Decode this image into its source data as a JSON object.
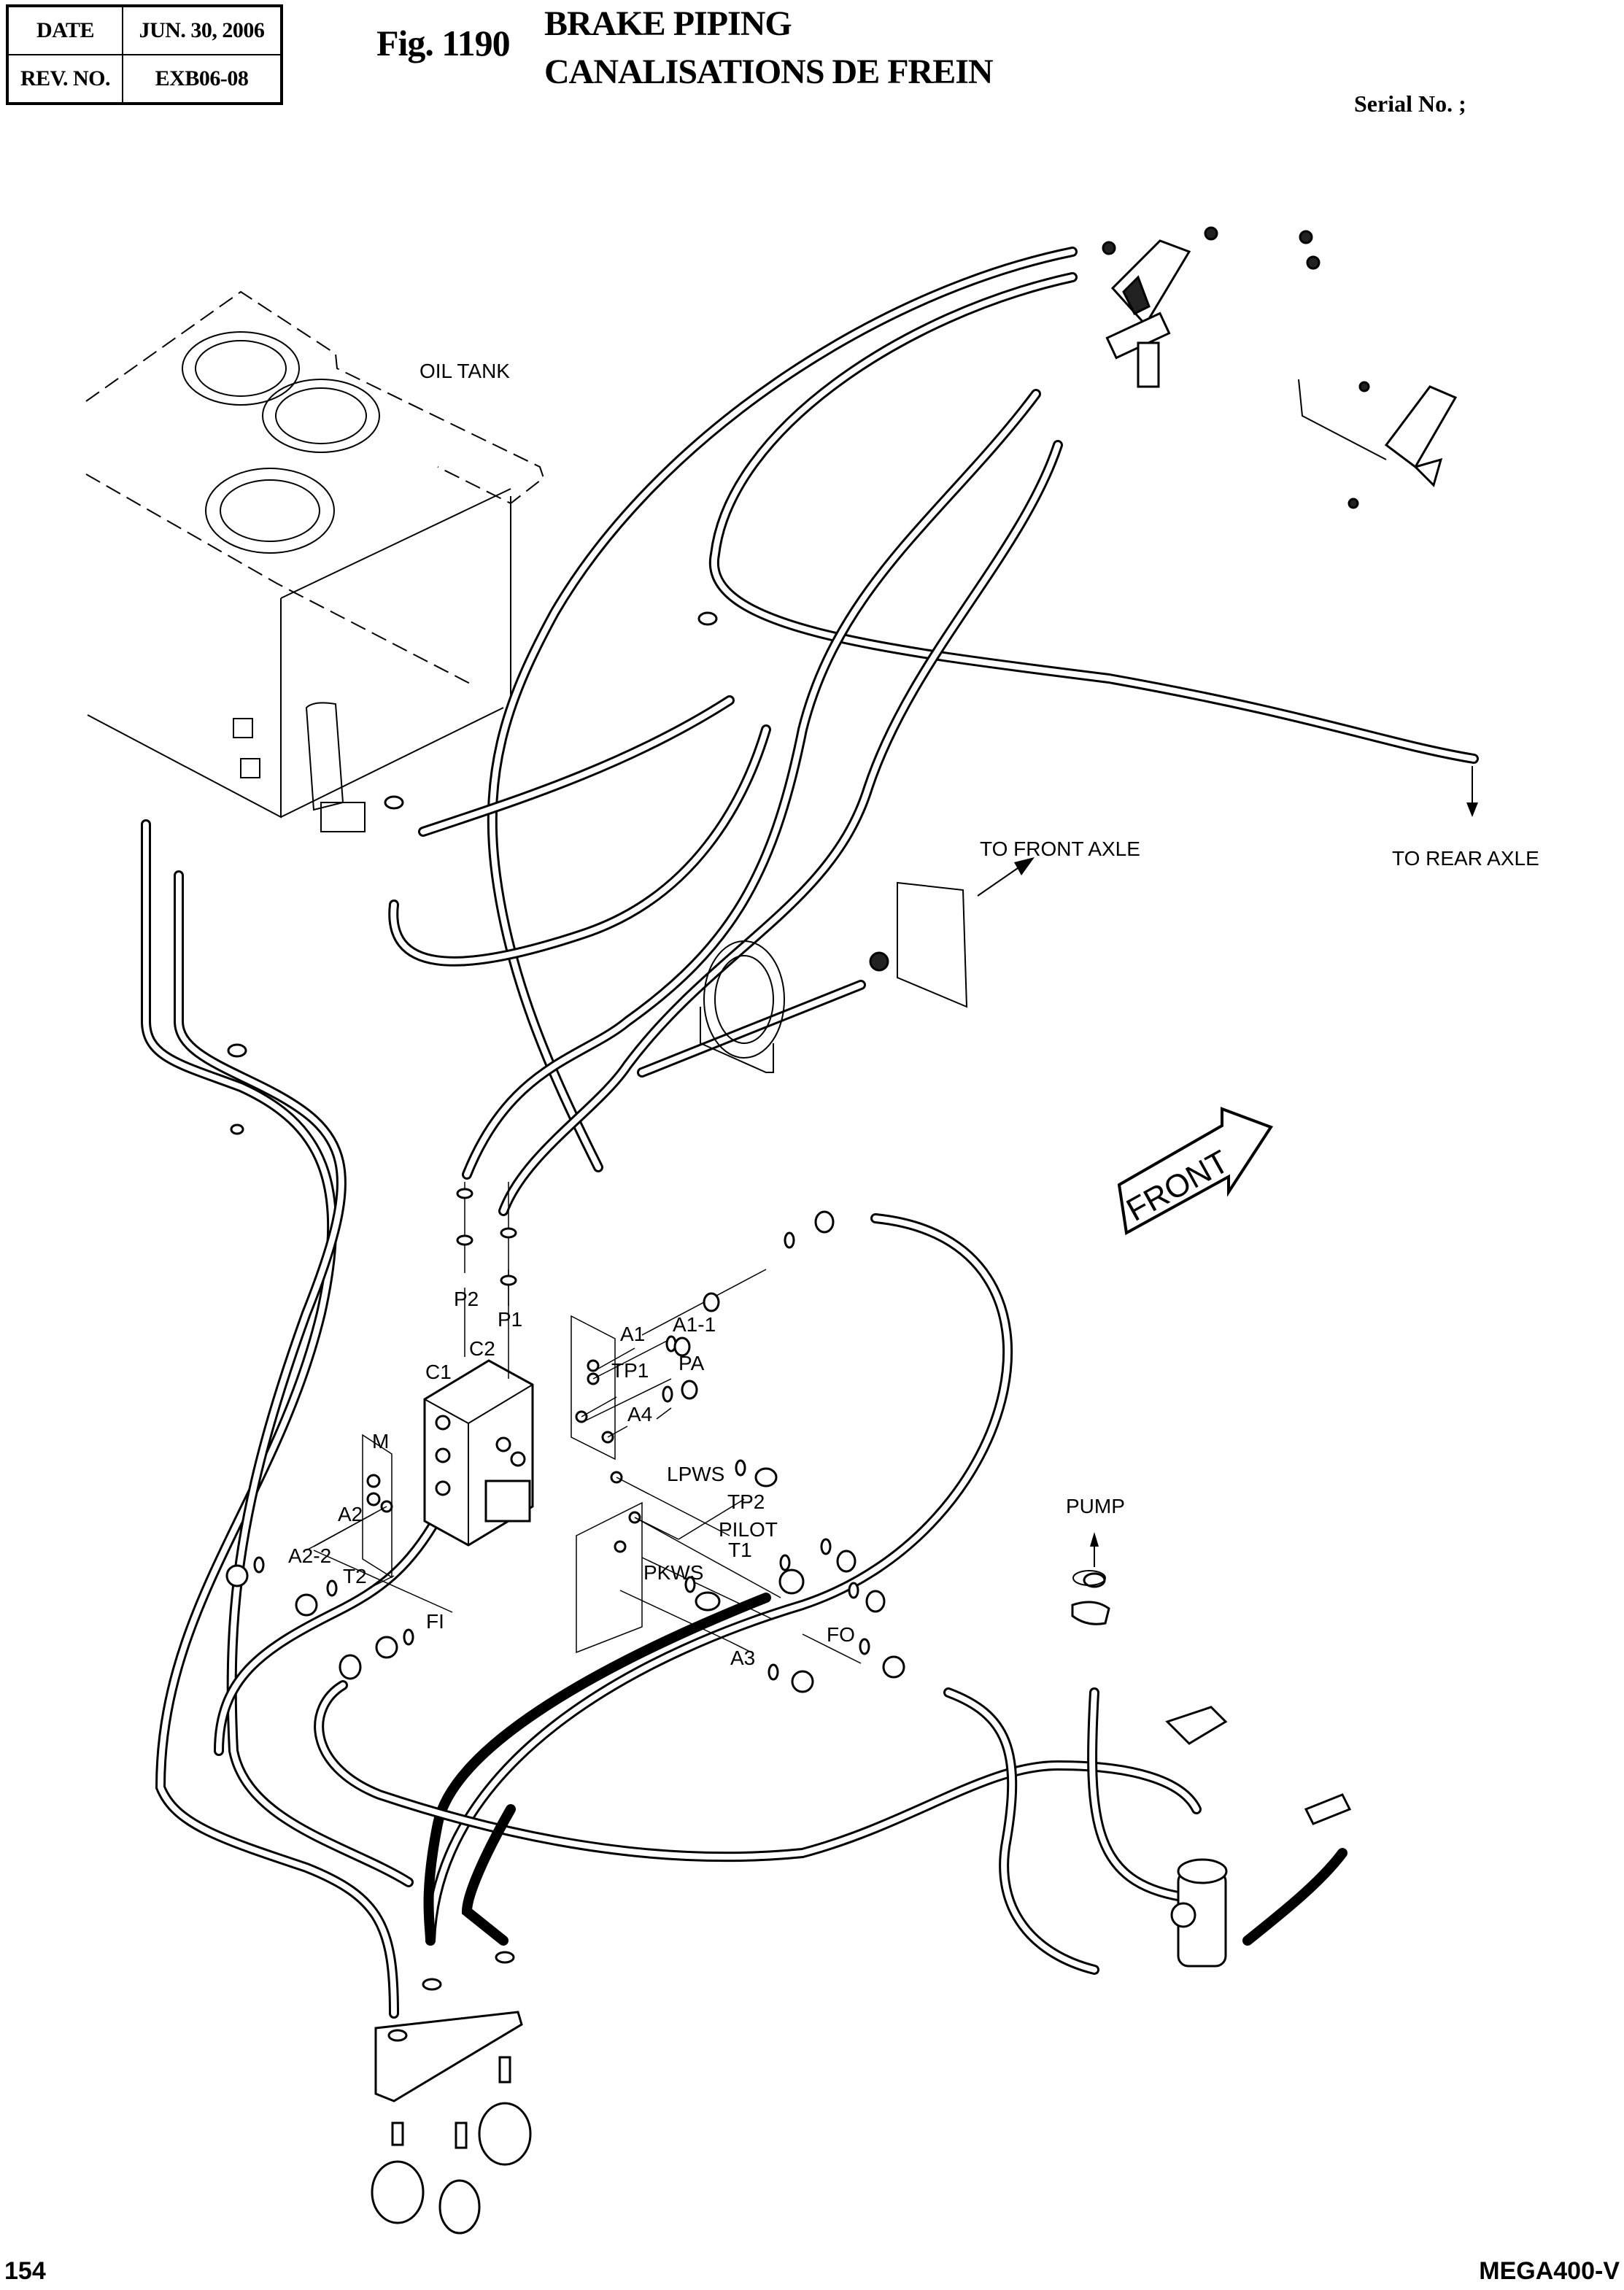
{
  "header": {
    "date_label": "DATE",
    "date_value": "JUN. 30, 2006",
    "rev_label": "REV. NO.",
    "rev_value": "EXB06-08",
    "figure_number": "Fig. 1190",
    "title_en": "BRAKE PIPING",
    "title_fr": "CANALISATIONS DE FREIN",
    "serial": "Serial No. ;"
  },
  "callouts": {
    "oil_tank": "OIL TANK",
    "to_front_axle": "TO FRONT AXLE",
    "to_rear_axle": "TO REAR AXLE",
    "front_arrow": "FRONT",
    "pump": "PUMP"
  },
  "port_labels": {
    "p2": "P2",
    "p1": "P1",
    "c1": "C1",
    "c2": "C2",
    "a1": "A1",
    "a1_1": "A1-1",
    "tp1": "TP1",
    "pa": "PA",
    "a4": "A4",
    "m": "M",
    "a2": "A2",
    "a2_2": "A2-2",
    "t2": "T2",
    "fi": "FI",
    "lpws": "LPWS",
    "tp2": "TP2",
    "pilot": "PILOT",
    "t1": "T1",
    "pkws": "PKWS",
    "fo": "FO",
    "a3": "A3"
  },
  "footer": {
    "page_number": "154",
    "model": "MEGA400-V"
  }
}
